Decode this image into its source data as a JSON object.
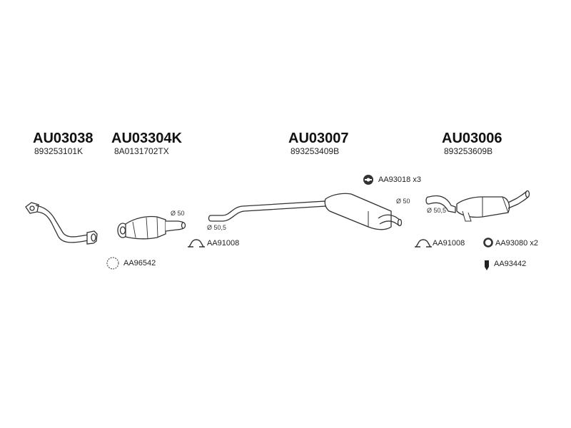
{
  "parts": [
    {
      "code": "AU03038",
      "number": "893253101K"
    },
    {
      "code": "AU03304K",
      "number": "8A0131702TX"
    },
    {
      "code": "AU03007",
      "number": "893253409B"
    },
    {
      "code": "AU03006",
      "number": "893253609B"
    }
  ],
  "dimensions": {
    "cat_outlet": "Ø 50",
    "mid_inlet": "Ø 50,5",
    "mid_outlet": "Ø 50",
    "rear_inlet": "Ø 50,5"
  },
  "accessories": {
    "seal_ring": "AA96542",
    "clamp_left": "AA91008",
    "hanger": "AA93018 x3",
    "clamp_right": "AA91008",
    "rubber_ring": "AA93080 x2",
    "bolt": "AA93442"
  },
  "colors": {
    "line": "#333333",
    "fill": "#ffffff",
    "shade": "#d8d8d8",
    "text": "#111111"
  }
}
